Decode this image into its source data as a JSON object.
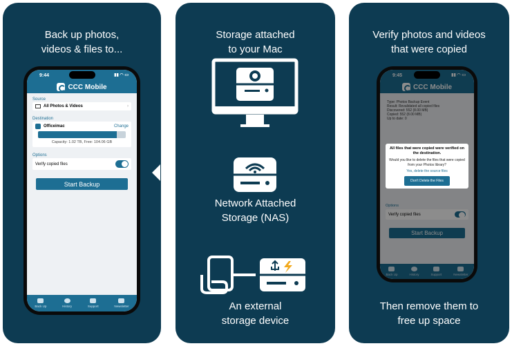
{
  "panel1": {
    "caption_line1": "Back up photos,",
    "caption_line2": "videos & files to...",
    "phone": {
      "time": "9:44",
      "app_title": "CCC Mobile",
      "source_label": "Source",
      "source_value": "All Photos & Videos",
      "destination_label": "Destination",
      "destination_name": "Officeimac",
      "change_label": "Change",
      "capacity_text": "Capacity: 1.02 TB, Free: 104.06 GB",
      "used_fraction": 0.9,
      "options_label": "Options",
      "verify_label": "Verify copied files",
      "verify_on": true,
      "start_button": "Start Backup",
      "tabs": [
        "Back Up",
        "History",
        "Support",
        "Newsletter"
      ]
    }
  },
  "panel2": {
    "caption_mac_line1": "Storage attached",
    "caption_mac_line2": "to your Mac",
    "caption_nas_line1": "Network Attached",
    "caption_nas_line2": "Storage (NAS)",
    "caption_ext_line1": "An external",
    "caption_ext_line2": "storage device"
  },
  "panel3": {
    "caption_line1": "Verify photos and videos",
    "caption_line2": "that were copied",
    "caption_bottom_line1": "Then remove them to",
    "caption_bottom_line2": "free up space",
    "phone": {
      "time": "9:45",
      "app_title": "CCC Mobile",
      "summary_lines": [
        "Type:  Photos Backup Event",
        "Result:  Revalidated all copied files",
        "Discovered:  552 (8.00 MB)",
        "Copied:  552 (8.00 MB)",
        "Up to date:  0"
      ],
      "alert_title": "All files that were copied were verified on the destination.",
      "alert_message": "Would you like to delete the files that were copied from your Photos library?",
      "alert_yes": "Yes, delete the source files",
      "alert_no": "Don't Delete the Files",
      "options_label": "Options",
      "verify_label": "Verify copied files",
      "start_button": "Start Backup",
      "tabs": [
        "Back Up",
        "History",
        "Support",
        "Newsletter"
      ]
    }
  },
  "colors": {
    "panel_bg": "#0d3b52",
    "accent": "#1d6e93",
    "screen_bg": "#eef1f4"
  }
}
